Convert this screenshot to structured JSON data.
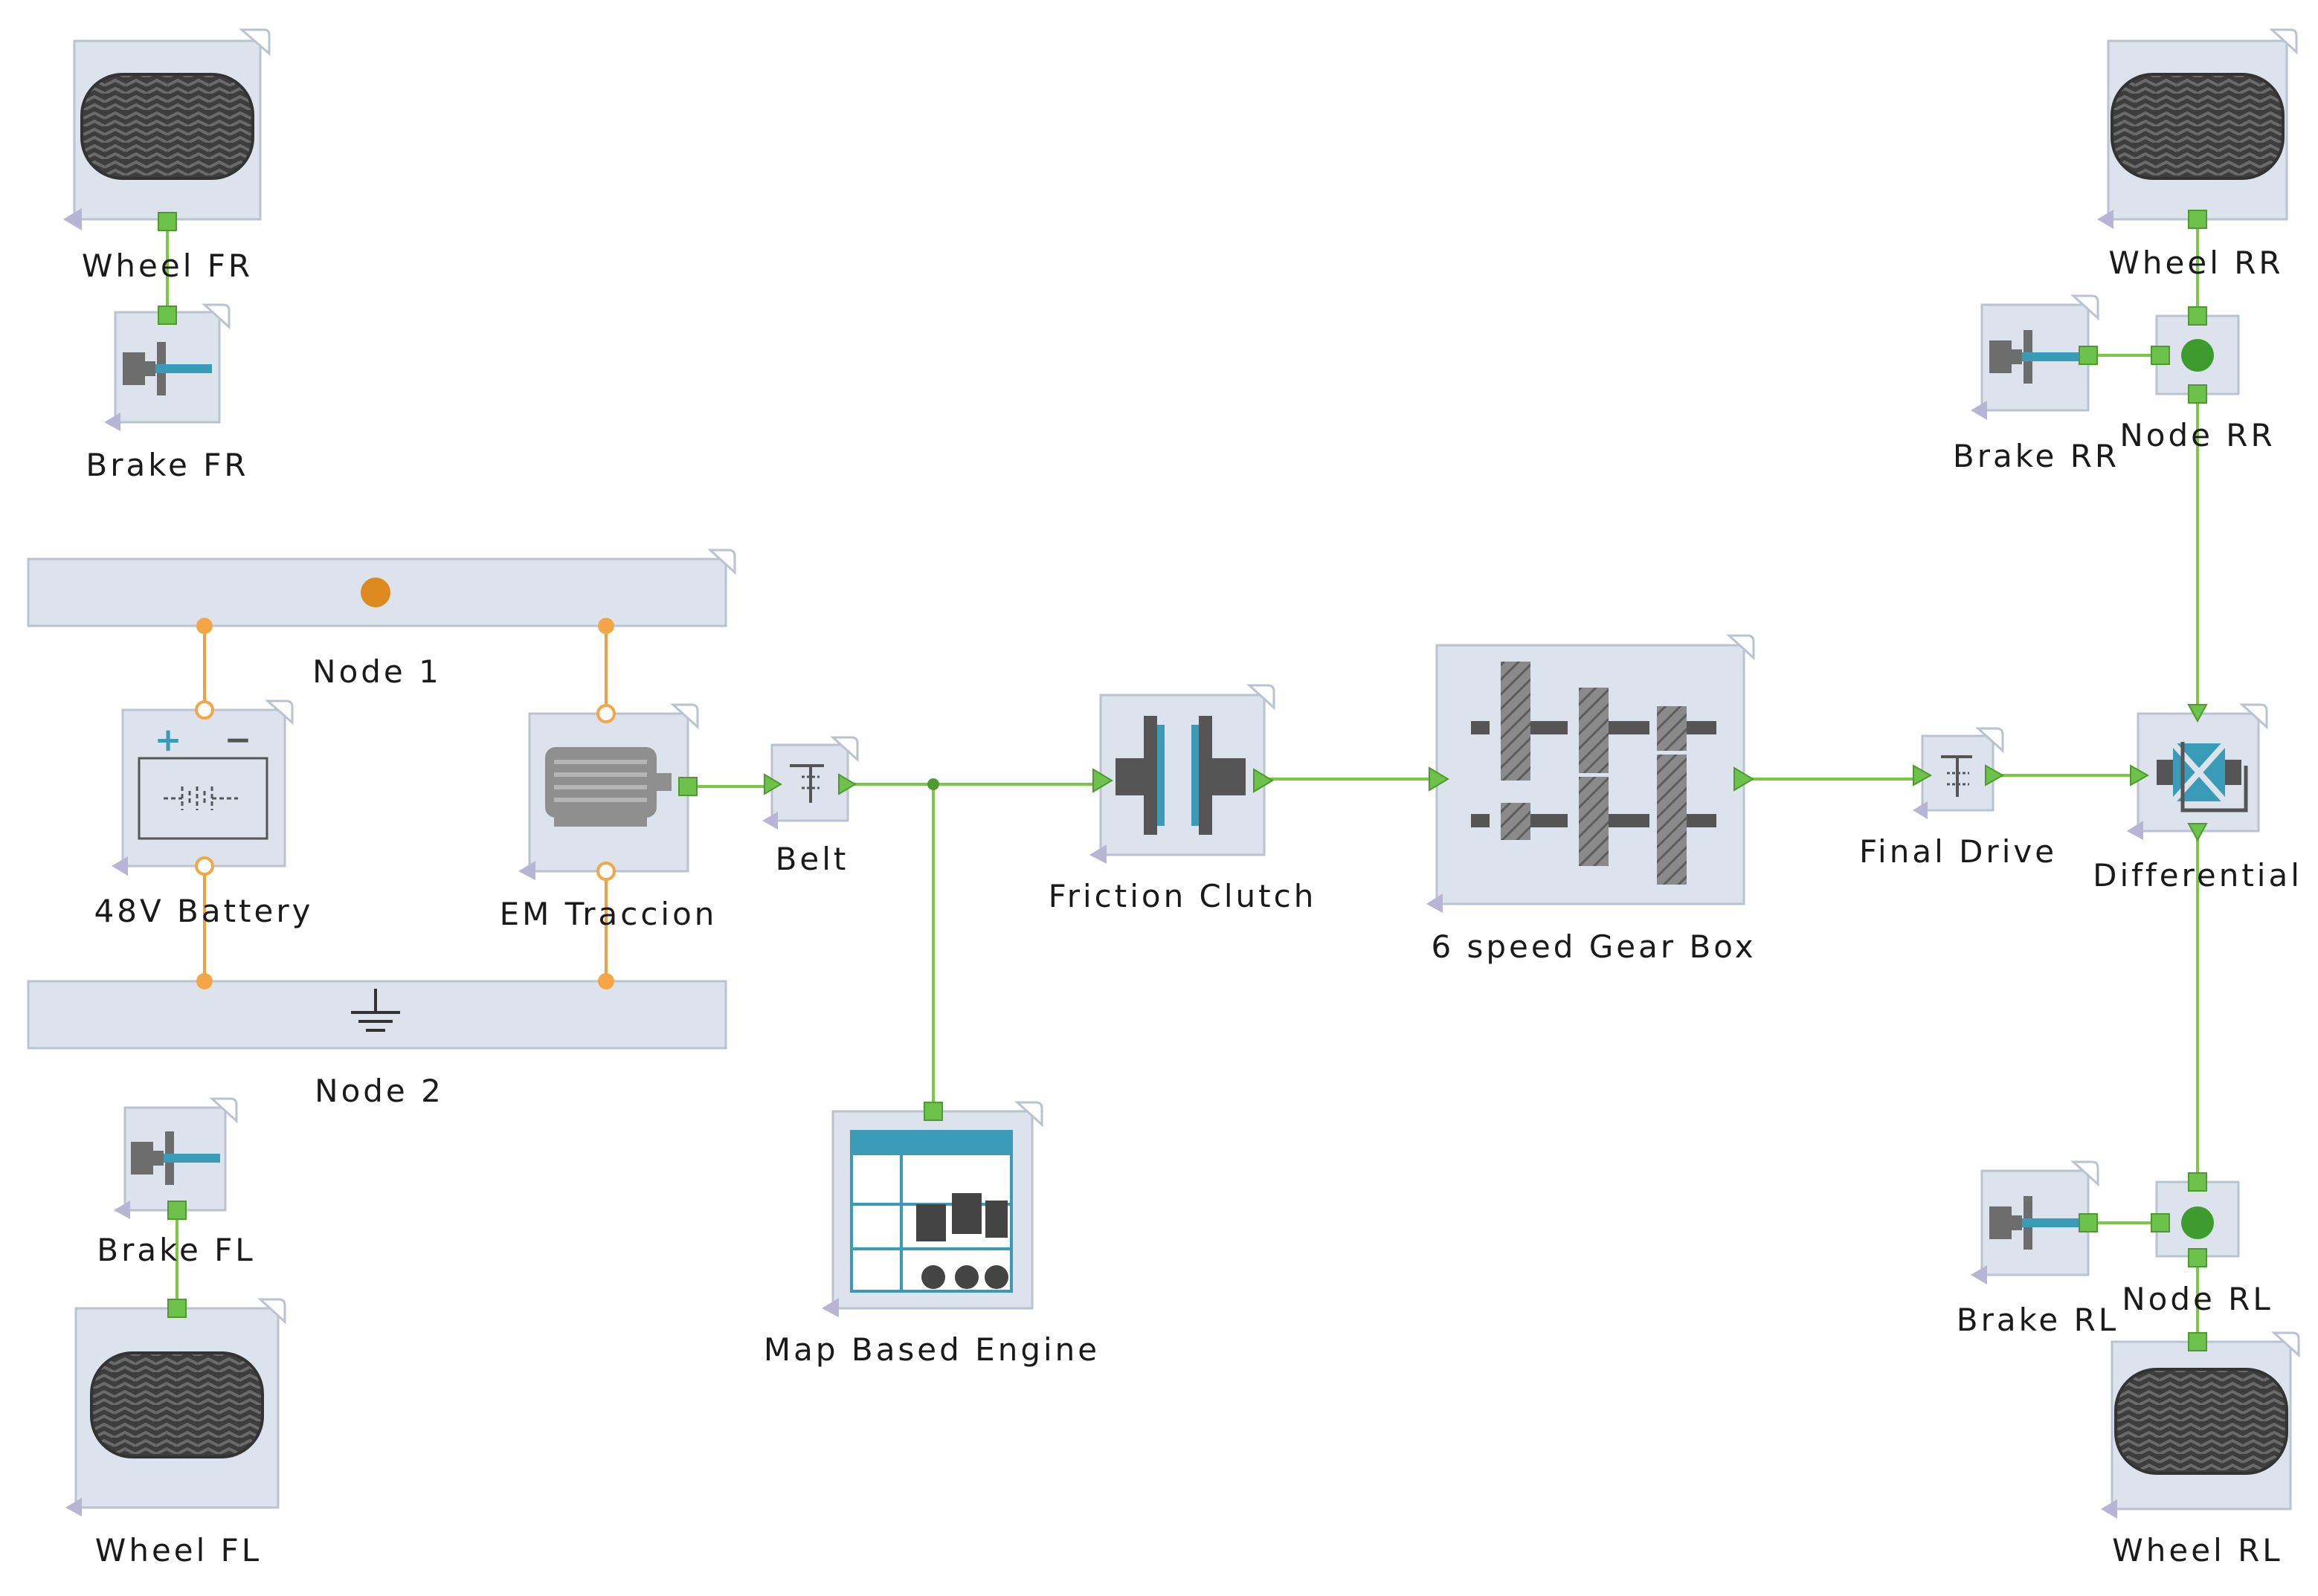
{
  "diagram": {
    "components": {
      "wheel_fr": "Wheel FR",
      "brake_fr": "Brake FR",
      "node_1": "Node 1",
      "node_2": "Node 2",
      "battery": "48V Battery",
      "em_traccion": "EM Traccion",
      "belt": "Belt",
      "friction_clutch": "Friction Clutch",
      "gearbox": "6 speed Gear Box",
      "final_drive": "Final Drive",
      "differential": "Differential",
      "map_engine": "Map Based Engine",
      "brake_fl": "Brake FL",
      "wheel_fl": "Wheel FL",
      "wheel_rr": "Wheel RR",
      "brake_rr": "Brake RR",
      "node_rr": "Node RR",
      "brake_rl": "Brake RL",
      "node_rl": "Node RL",
      "wheel_rl": "Wheel RL"
    },
    "colors": {
      "mechanical_wire": "#7ac943",
      "electrical_wire": "#f0a044",
      "block_fill": "#dde3ec",
      "accent_blue": "#3a9bb8"
    }
  }
}
